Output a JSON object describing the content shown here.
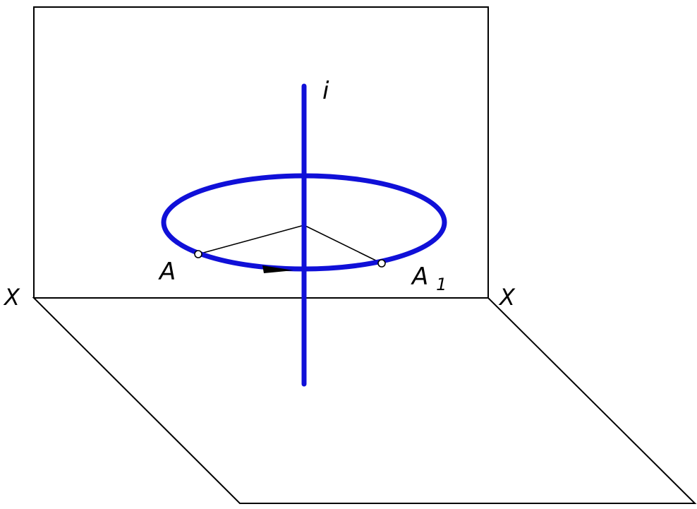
{
  "labels": {
    "axis": "i",
    "point_a": "A",
    "point_a1_main": "A",
    "point_a1_sub": "1",
    "x_left": "X",
    "x_right": "X"
  },
  "colors": {
    "lines": "#000000",
    "axis": "#1010d8",
    "circle": "#1010d8",
    "background": "#ffffff"
  }
}
